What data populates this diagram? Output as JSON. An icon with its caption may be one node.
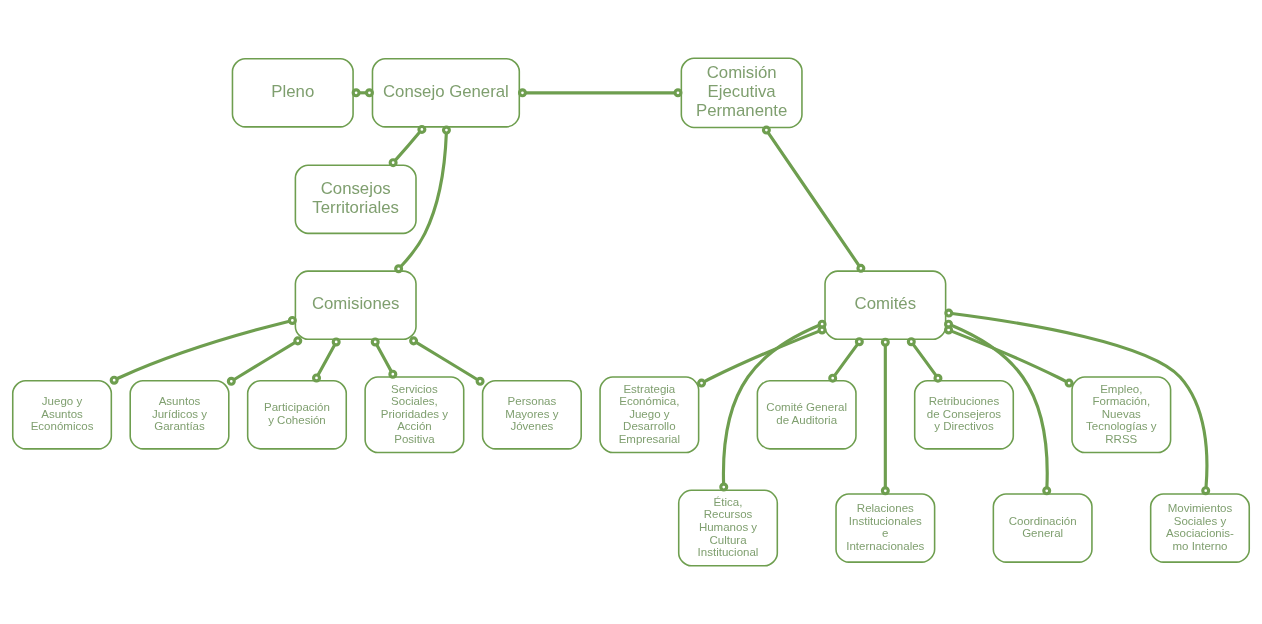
{
  "diagram": {
    "nodes": [
      {
        "text": [
          "Pleno"
        ]
      },
      {
        "text": [
          "Consejo General"
        ]
      },
      {
        "text": [
          "Comisión Ejecutiva Permanente"
        ]
      },
      {
        "text": [
          "Consejos Territoriales"
        ]
      },
      {
        "text": [
          "Comisiones"
        ]
      },
      {
        "text": [
          "Comités"
        ]
      },
      {
        "text": [
          "Juego y Asuntos Económicos"
        ]
      },
      {
        "text": [
          "Asuntos Jurídicos y Garantías"
        ]
      },
      {
        "text": [
          "Participación y Cohesión"
        ]
      },
      {
        "text": [
          "Servicios Sociales, Prioridades y Acción Positiva"
        ]
      },
      {
        "text": [
          "Personas Mayores y Jóvenes"
        ]
      },
      {
        "text": [
          "Estrategia Económica, Juego y Desarrollo Empresarial"
        ]
      },
      {
        "text": [
          "Ética, Recursos Humanos y Cultura Institucional"
        ]
      },
      {
        "text": [
          "Comité General de Auditoria"
        ]
      },
      {
        "text": [
          "Relaciones Institucionales e Internacionales"
        ]
      },
      {
        "text": [
          "Retribuciones de Consejeros y Directivos"
        ]
      },
      {
        "text": [
          "Coordinación General"
        ]
      },
      {
        "text": [
          "Empleo, Formación, Nuevas Tecnologías y RRSS"
        ]
      },
      {
        "text": [
          "Movimientos Sociales y Asociacionis- mo Interno"
        ]
      }
    ],
    "edges": [
      {
        "from": 0,
        "to": 1,
        "arrow": "other"
      },
      {
        "from": 1,
        "to": 2,
        "arrow": "other"
      },
      {
        "from": 1,
        "to": 4,
        "arrow": "other"
      },
      {
        "from": 3,
        "to": 1,
        "arrow": "other"
      },
      {
        "from": 2,
        "to": 5,
        "arrow": "other"
      },
      {
        "from": 4,
        "to": 6,
        "arrow": "other"
      },
      {
        "from": 4,
        "to": 7,
        "arrow": "other"
      },
      {
        "from": 4,
        "to": 8,
        "arrow": "other"
      },
      {
        "from": 4,
        "to": 9,
        "arrow": "other"
      },
      {
        "from": 4,
        "to": 10,
        "arrow": "other"
      },
      {
        "from": 5,
        "to": 11,
        "arrow": "other"
      },
      {
        "from": 5,
        "to": 12,
        "arrow": "other"
      },
      {
        "from": 5,
        "to": 13,
        "arrow": "other"
      },
      {
        "from": 5,
        "to": 14,
        "arrow": "other"
      },
      {
        "from": 5,
        "to": 15,
        "arrow": "other"
      },
      {
        "from": 5,
        "to": 16,
        "arrow": "other"
      },
      {
        "from": 5,
        "to": 17,
        "arrow": "other"
      },
      {
        "from": 5,
        "to": 18,
        "arrow": "other"
      }
    ]
  }
}
